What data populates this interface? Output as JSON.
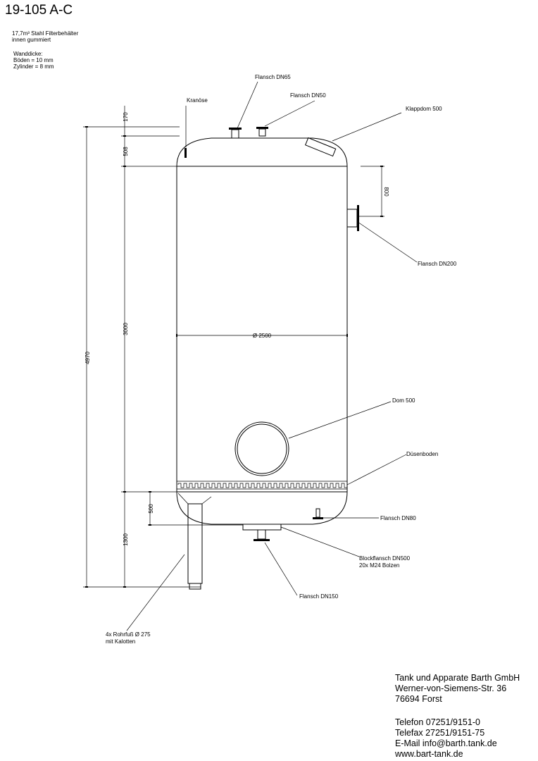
{
  "header": {
    "title": "19-105 A-C",
    "description": [
      "17,7m³ Stahl Filterbehälter",
      "innen gummiert"
    ],
    "wall_thickness": [
      "Wanddicke:",
      "Böden = 10 mm",
      "Zylinder = 8 mm"
    ]
  },
  "labels": {
    "flansch_dn65": "Flansch DN65",
    "flansch_dn50": "Flansch DN50",
    "kranoese": "Kranöse",
    "klappdom": "Klappdom 500",
    "flansch_dn200": "Flansch DN200",
    "dom": "Dom 500",
    "duesenboden": "Düsenboden",
    "flansch_dn80": "Flansch DN80",
    "blockflansch": [
      "Blockflansch DN500",
      "20x M24 Bolzen"
    ],
    "flansch_dn150": "Flansch DN150",
    "rohrfuss": [
      "4x Rohrfuß Ø 275",
      "mit Kalotten"
    ]
  },
  "dimensions": {
    "d170": "170",
    "d508": "508",
    "d3000": "3000",
    "d4970": "4970",
    "d500": "500",
    "d1300": "1300",
    "d800": "800",
    "diameter": "Ø 2500"
  },
  "company": {
    "name": "Tank und Apparate Barth GmbH",
    "street": "Werner-von-Siemens-Str. 36",
    "city": "76694 Forst",
    "phone": "Telefon 07251/9151-0",
    "fax": "Telefax 27251/9151-75",
    "email": "E-Mail info@barth.tank.de",
    "web": "www.bart-tank.de"
  }
}
